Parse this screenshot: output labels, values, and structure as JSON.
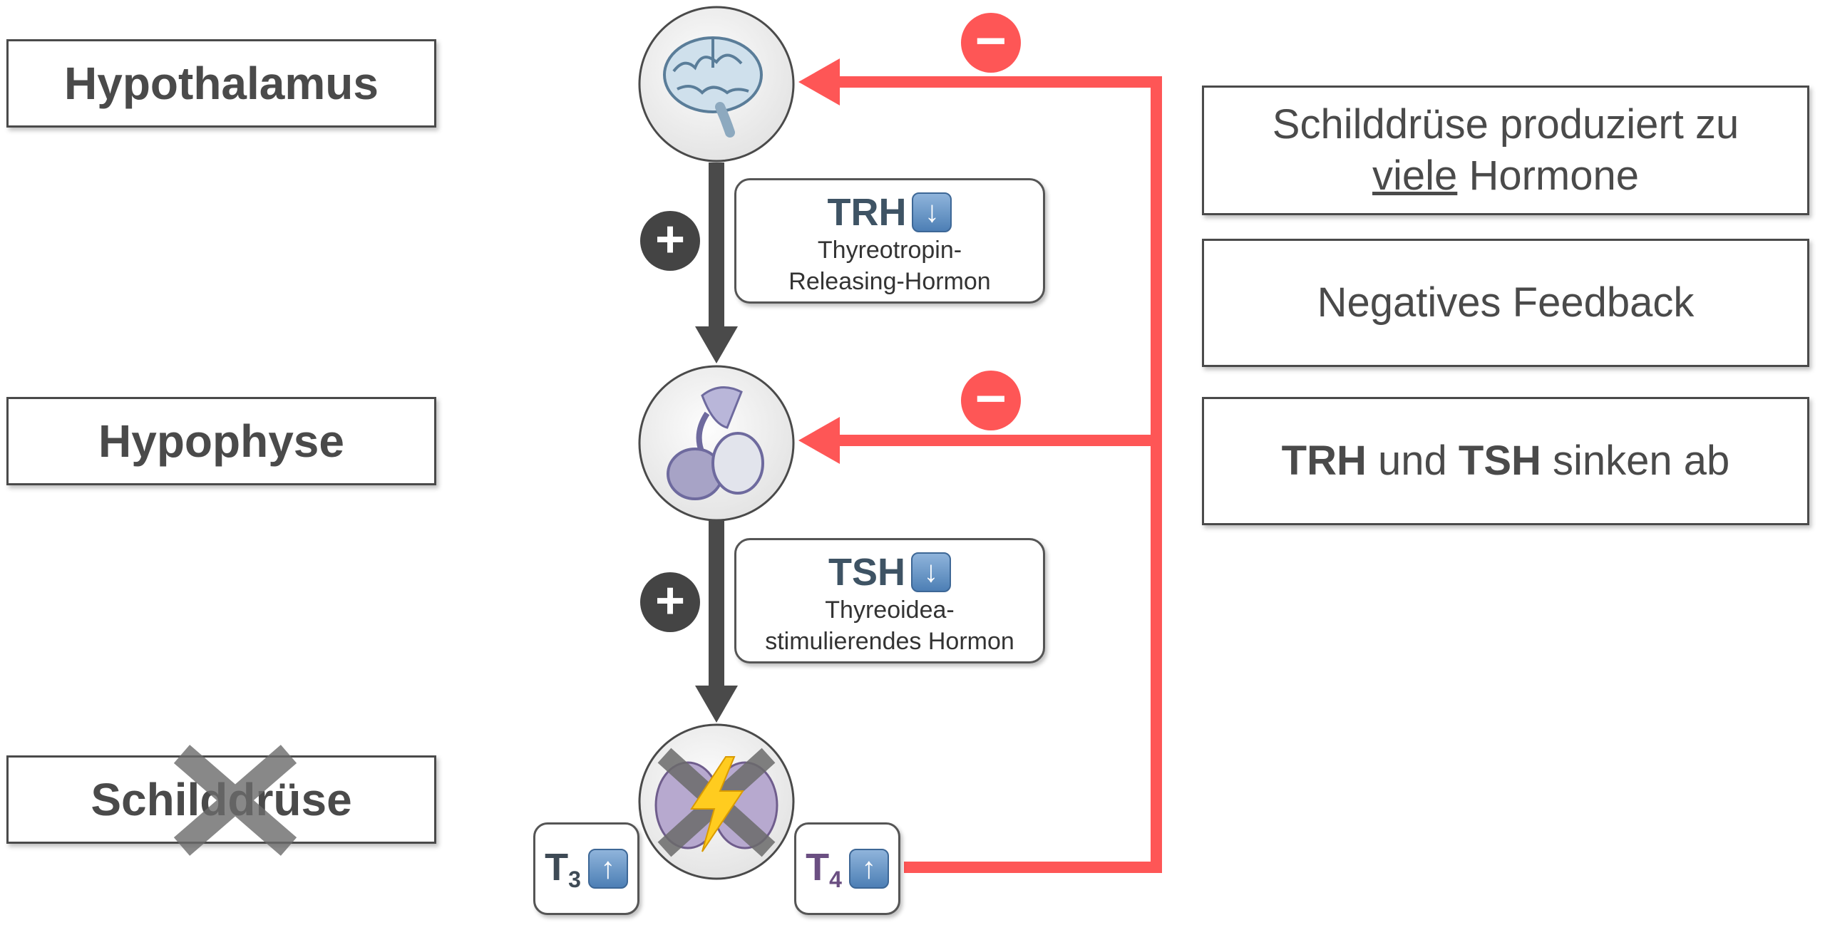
{
  "levels": {
    "hypothalamus": "Hypothalamus",
    "hypophyse": "Hypophyse",
    "schilddruese": "Schilddrüse"
  },
  "hormones": {
    "trh": {
      "abbr": "TRH",
      "line1": "Thyreotropin-",
      "line2": "Releasing-Hormon",
      "trend": "down"
    },
    "tsh": {
      "abbr": "TSH",
      "line1": "Thyreoidea-",
      "line2": "stimulierendes Hormon",
      "trend": "down"
    }
  },
  "thyroid_hormones": {
    "t3": {
      "letter": "T",
      "sub": "3",
      "trend": "up"
    },
    "t4": {
      "letter": "T",
      "sub": "4",
      "trend": "up"
    }
  },
  "signs": {
    "plus": "+",
    "minus": "−"
  },
  "info": {
    "box1": {
      "part1": "Schilddrüse produziert zu",
      "underlined": "viele",
      "part2": "Hormone"
    },
    "box2": "Negatives Feedback",
    "box3": {
      "b1": "TRH",
      "t1": "und",
      "b2": "TSH",
      "t2": "sinken ab"
    }
  },
  "colors": {
    "feedback": "#fe5656",
    "stimulation": "#4a4a4a",
    "t4_text": "#6b4f82"
  },
  "icons": {
    "hypothalamus": "brain-icon",
    "hypophyse": "pituitary-icon",
    "schilddruese": "thyroid-lightning-icon",
    "trend": "arrow-chip-icon",
    "crossed": "x-cross-icon"
  }
}
